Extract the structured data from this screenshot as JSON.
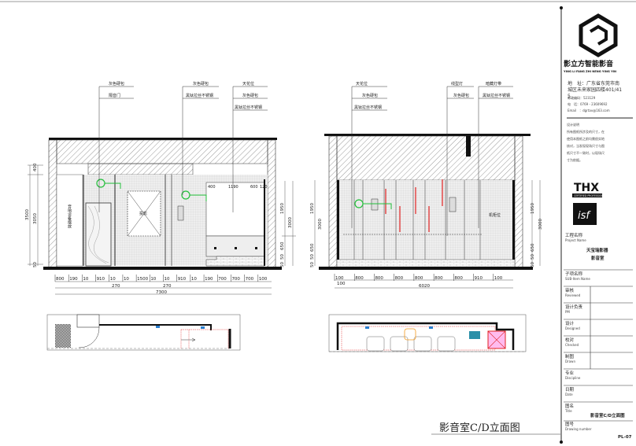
{
  "sheet": {
    "title": "影音室C/D立面图",
    "drawing_number": "PL-07"
  },
  "left_elevation": {
    "callouts": [
      "灰色硬包",
      "隔音门",
      "灰色硬包",
      "黑钛拉丝不锈钢",
      "天花位",
      "灰色硬包",
      "黑钛拉丝不锈钢"
    ],
    "room_labels": {
      "equipment": "音响设备摆放",
      "panel": "投影"
    },
    "top_dims": [
      "400",
      "1190",
      "600",
      "120"
    ],
    "vertical_dims_left": [
      "400",
      "3050",
      "3500",
      "50"
    ],
    "vertical_dims_right": [
      "1950",
      "3000",
      "650",
      "50",
      "50"
    ],
    "bottom_dims": [
      "800",
      "190",
      "10",
      "910",
      "10",
      "10",
      "1500",
      "10",
      "10",
      "910",
      "10",
      "190",
      "700",
      "700",
      "700",
      "100"
    ],
    "sub_dims": [
      "270",
      "270"
    ],
    "total": "7300"
  },
  "right_elevation": {
    "callouts": [
      "天花位",
      "灰色硬包",
      "黑钛拉丝不锈钢",
      "线型灯",
      "灰色硬包",
      "暗藏灯带",
      "黑钛拉丝不锈钢"
    ],
    "room_labels": {
      "cabinet": "机柜位"
    },
    "vertical_dims_left": [
      "1950",
      "3000",
      "650",
      "50",
      "50"
    ],
    "vertical_dims_right": [
      "1950",
      "3000",
      "650",
      "50",
      "50"
    ],
    "bottom_dims": [
      "100",
      "800",
      "800",
      "800",
      "800",
      "800",
      "800",
      "910",
      "100"
    ],
    "sub_dims": [
      "100"
    ],
    "total": "6020"
  },
  "title_block": {
    "company_cn": "影立方智能影音",
    "company_pinyin": "YING LI FANG ZHI NENG YING YIN",
    "address": "地　址：广东省东莞市南城区未来家园四楼401/415",
    "postcode": "邮政编码：523129",
    "phone": "电　话：0769 - 23609692",
    "email": "Email　：dgrtav@163.com",
    "notes_title": "设计说明",
    "notes_body": [
      "所有图纸所涉及的尺寸，在",
      "使用本图纸之前均需很实地",
      "核对，当发现现场尺寸与图",
      "纸尺寸不一致时，以现场尺",
      "寸为依据。"
    ],
    "thx": "THX",
    "thx_sub": "CERTIFIED PROFESSIONAL",
    "isf": "isf",
    "project_label": "工程名称",
    "project_label_en": "Project Name",
    "project_name": [
      "天宝瑞影器",
      "影音室"
    ],
    "rows": [
      {
        "cn": "子项名称",
        "en": "SUB-Item Name"
      },
      {
        "cn": "审核",
        "en": "Reviewed"
      },
      {
        "cn": "设计负责",
        "en": "PM"
      },
      {
        "cn": "设计",
        "en": "Designed"
      },
      {
        "cn": "校对",
        "en": "Checked"
      },
      {
        "cn": "制图",
        "en": "Drawn"
      },
      {
        "cn": "专业",
        "en": "Discipline"
      },
      {
        "cn": "日期",
        "en": "Date"
      },
      {
        "cn": "图名",
        "en": "Title"
      },
      {
        "cn": "图号",
        "en": "Drawing number"
      }
    ],
    "title_value": "影音室C/D立面图",
    "number_value": "PL-07"
  },
  "colors": {
    "green": "#22c03a",
    "red": "#e02020",
    "blue": "#2a7fd0",
    "orange": "#f39a1e",
    "teal": "#2a8fa8"
  }
}
